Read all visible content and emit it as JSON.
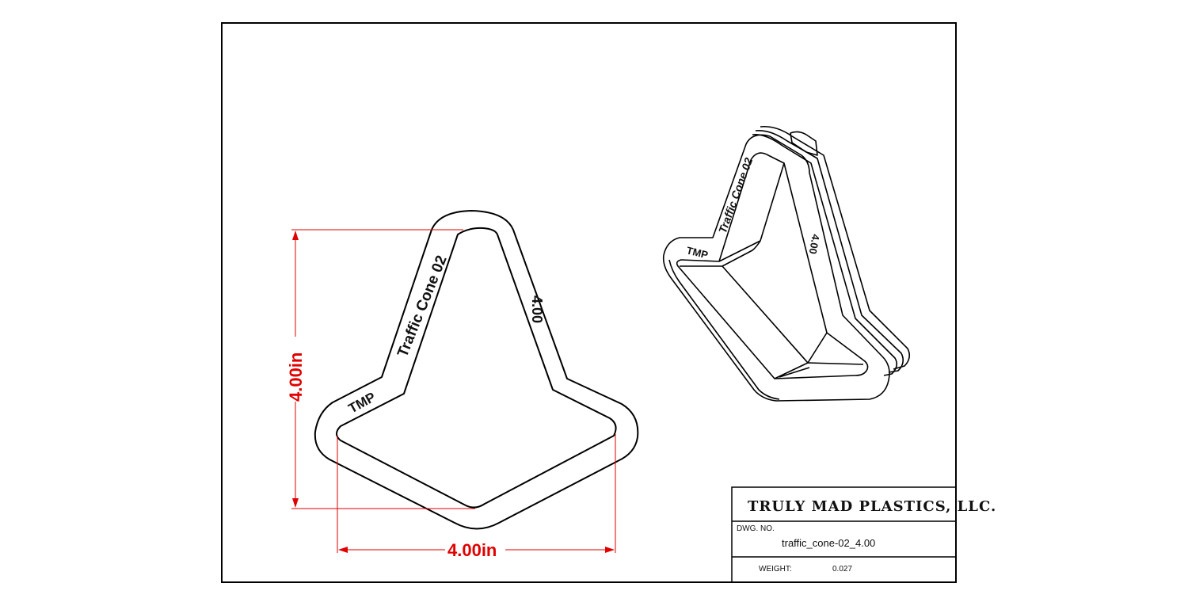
{
  "title_block": {
    "company": "TRULY MAD PLASTICS, LLC.",
    "dwg_no_label": "DWG. NO.",
    "dwg_no_value": "traffic_cone-02_4.00",
    "weight_label": "WEIGHT:",
    "weight_value": "0.027"
  },
  "front_view": {
    "emboss_name": "Traffic Cone 02",
    "emboss_tag": "TMP",
    "emboss_size": "4.00"
  },
  "iso_view": {
    "emboss_name": "Traffic Cone 02",
    "emboss_tag": "TMP",
    "emboss_size": "4.00"
  },
  "dimensions": {
    "height": "4.00in",
    "width": "4.00in"
  },
  "colors": {
    "dimension": "#e00000",
    "line": "#000000"
  }
}
